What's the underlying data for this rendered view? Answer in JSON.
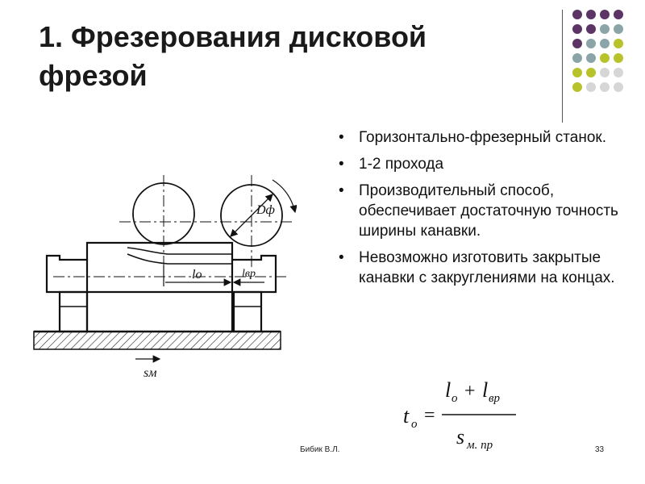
{
  "slide": {
    "title": "1. Фрезерования дисковой фрезой",
    "bullet_mark": "•",
    "bullets": [
      "Горизонтально-фрезерный станок.",
      "1-2 прохода",
      "Производительный способ, обеспечивает достаточную точность ширины канавки.",
      "Невозможно изготовить закрытые канавки с закруглениями на концах."
    ],
    "footer_author": "Бибик В.Л.",
    "page_number": "33"
  },
  "drawing": {
    "label_diameter": "Dф",
    "label_lo": "lo",
    "label_lvr": "lвр",
    "label_feed": "sм"
  },
  "formula": {
    "lhs": "t",
    "lhs_sub": "o",
    "equals": "=",
    "num_a": "l",
    "num_a_sub": "o",
    "plus": "+",
    "num_b": "l",
    "num_b_sub": "вр",
    "den": "s",
    "den_sub": "м.  пр"
  },
  "decor": {
    "dot_colors": [
      "#5c3566",
      "#8aa4a8",
      "#b8c22a",
      "#d6d6d6"
    ]
  }
}
